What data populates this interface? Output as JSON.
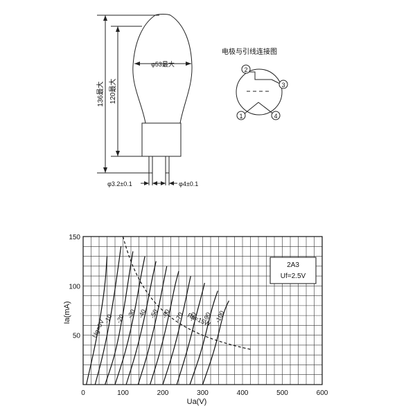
{
  "drawing": {
    "dia_max": "φ53最大",
    "height_total": "136最大",
    "height_body": "120最大",
    "pin_dia": "φ3.2±0.1",
    "pin_gap": "φ4±0.1"
  },
  "pin_diagram": {
    "title": "电极与引线连接图",
    "pins": [
      "1",
      "2",
      "3",
      "4"
    ]
  },
  "chart_data": {
    "type": "line",
    "title": "",
    "xlabel": "Ua(V)",
    "ylabel": "Ia(mA)",
    "xlim": [
      0,
      600
    ],
    "ylim": [
      0,
      150
    ],
    "xticks": [
      0,
      100,
      200,
      300,
      400,
      500,
      600
    ],
    "yticks": [
      50,
      100,
      150
    ],
    "grid": true,
    "legend": {
      "tube": "2A3",
      "uf": "Uf=2.5V",
      "placement": "top-right"
    },
    "series": [
      {
        "name": "Ug=0V",
        "points": [
          [
            8,
            0
          ],
          [
            25,
            30
          ],
          [
            40,
            60
          ],
          [
            55,
            100
          ],
          [
            60,
            130
          ]
        ]
      },
      {
        "name": "-10",
        "points": [
          [
            30,
            0
          ],
          [
            50,
            30
          ],
          [
            70,
            70
          ],
          [
            85,
            110
          ],
          [
            95,
            140
          ]
        ]
      },
      {
        "name": "-20",
        "points": [
          [
            55,
            0
          ],
          [
            80,
            30
          ],
          [
            100,
            70
          ],
          [
            115,
            110
          ],
          [
            125,
            135
          ]
        ]
      },
      {
        "name": "-30",
        "points": [
          [
            80,
            0
          ],
          [
            108,
            35
          ],
          [
            130,
            75
          ],
          [
            145,
            110
          ],
          [
            155,
            130
          ]
        ]
      },
      {
        "name": "-40",
        "points": [
          [
            108,
            0
          ],
          [
            135,
            35
          ],
          [
            158,
            75
          ],
          [
            172,
            105
          ],
          [
            183,
            125
          ]
        ]
      },
      {
        "name": "-50",
        "points": [
          [
            138,
            0
          ],
          [
            165,
            35
          ],
          [
            188,
            75
          ],
          [
            200,
            100
          ],
          [
            210,
            120
          ]
        ]
      },
      {
        "name": "-60",
        "points": [
          [
            168,
            0
          ],
          [
            195,
            35
          ],
          [
            218,
            75
          ],
          [
            230,
            100
          ],
          [
            240,
            115
          ]
        ]
      },
      {
        "name": "-70",
        "points": [
          [
            200,
            0
          ],
          [
            228,
            35
          ],
          [
            250,
            72
          ],
          [
            262,
            95
          ],
          [
            270,
            110
          ]
        ]
      },
      {
        "name": "-80",
        "points": [
          [
            235,
            0
          ],
          [
            262,
            35
          ],
          [
            285,
            72
          ],
          [
            297,
            90
          ],
          [
            305,
            103
          ]
        ]
      },
      {
        "name": "-90",
        "points": [
          [
            268,
            0
          ],
          [
            298,
            35
          ],
          [
            320,
            72
          ],
          [
            330,
            86
          ],
          [
            338,
            95
          ]
        ]
      },
      {
        "name": "-100",
        "points": [
          [
            300,
            0
          ],
          [
            330,
            35
          ],
          [
            352,
            72
          ],
          [
            360,
            80
          ],
          [
            366,
            85
          ]
        ]
      }
    ],
    "annotations": [
      {
        "label": "Pa=15W",
        "type": "power-dissipation-curve"
      }
    ]
  }
}
